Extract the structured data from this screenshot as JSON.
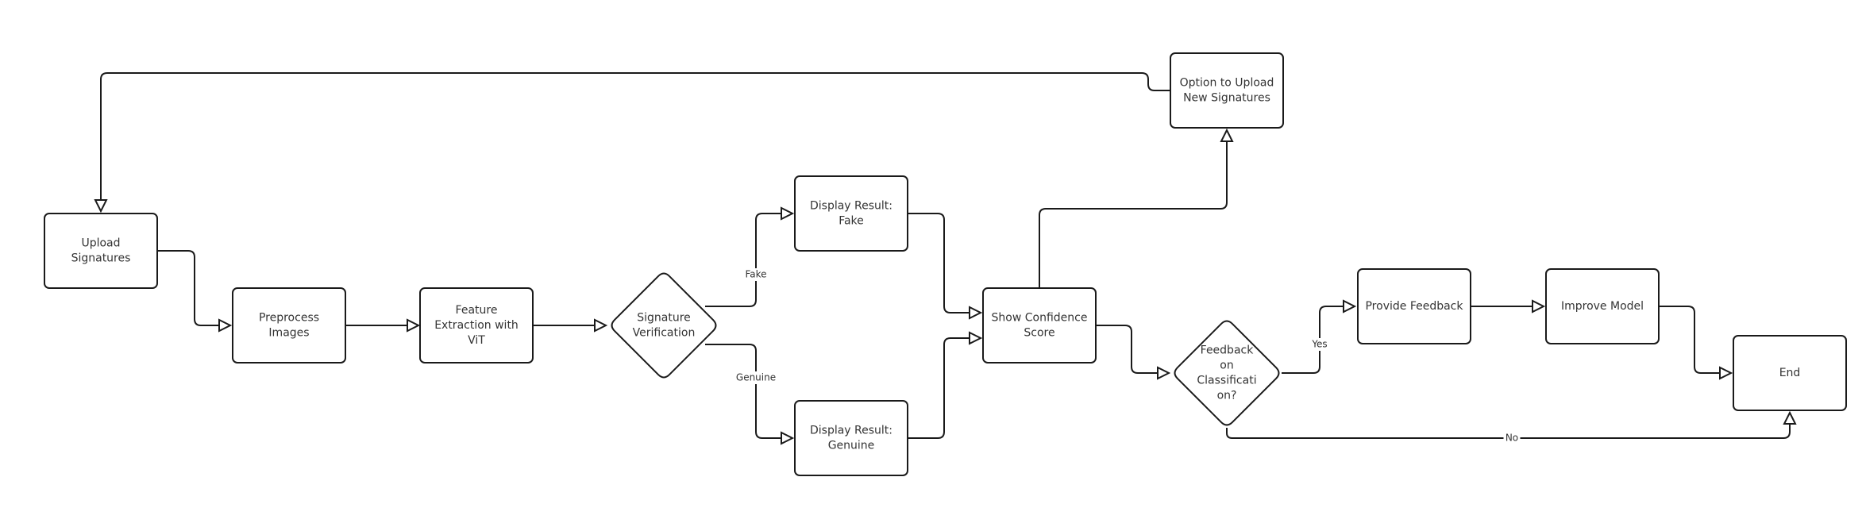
{
  "colors": {
    "stroke": "#1a1a1a",
    "fill": "#ffffff",
    "text": "#333333"
  },
  "nodes": {
    "upload": {
      "shape": "rect",
      "lines": [
        "Upload",
        "Signatures"
      ]
    },
    "preprocess": {
      "shape": "rect",
      "lines": [
        "Preprocess",
        "Images"
      ]
    },
    "feature": {
      "shape": "rect",
      "lines": [
        "Feature",
        "Extraction with",
        "ViT"
      ]
    },
    "verify": {
      "shape": "diamond",
      "lines": [
        "Signature",
        "Verification"
      ]
    },
    "fake": {
      "shape": "rect",
      "lines": [
        "Display Result:",
        "Fake"
      ]
    },
    "genuine": {
      "shape": "rect",
      "lines": [
        "Display Result:",
        "Genuine"
      ]
    },
    "confidence": {
      "shape": "rect",
      "lines": [
        "Show Confidence",
        "Score"
      ]
    },
    "option": {
      "shape": "rect",
      "lines": [
        "Option to Upload",
        "New Signatures"
      ]
    },
    "feedback": {
      "shape": "diamond",
      "lines": [
        "Feedback",
        "on",
        "Classificati",
        "on?"
      ]
    },
    "provide": {
      "shape": "rect",
      "lines": [
        "Provide Feedback"
      ]
    },
    "improve": {
      "shape": "rect",
      "lines": [
        "Improve Model"
      ]
    },
    "end": {
      "shape": "rect",
      "lines": [
        "End"
      ]
    }
  },
  "edges": [
    {
      "from": "upload",
      "to": "preprocess",
      "label": ""
    },
    {
      "from": "preprocess",
      "to": "feature",
      "label": ""
    },
    {
      "from": "feature",
      "to": "verify",
      "label": ""
    },
    {
      "from": "verify",
      "to": "fake",
      "label": "Fake"
    },
    {
      "from": "verify",
      "to": "genuine",
      "label": "Genuine"
    },
    {
      "from": "fake",
      "to": "confidence",
      "label": ""
    },
    {
      "from": "genuine",
      "to": "confidence",
      "label": ""
    },
    {
      "from": "confidence",
      "to": "option",
      "label": ""
    },
    {
      "from": "option",
      "to": "upload",
      "label": ""
    },
    {
      "from": "confidence",
      "to": "feedback",
      "label": ""
    },
    {
      "from": "feedback",
      "to": "provide",
      "label": "Yes"
    },
    {
      "from": "provide",
      "to": "improve",
      "label": ""
    },
    {
      "from": "improve",
      "to": "end",
      "label": ""
    },
    {
      "from": "feedback",
      "to": "end",
      "label": "No"
    }
  ]
}
